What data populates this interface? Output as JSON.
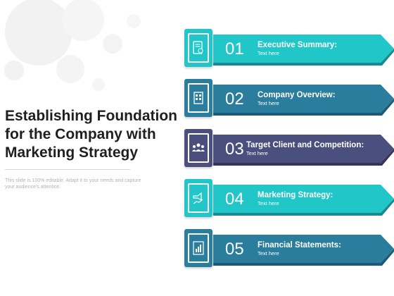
{
  "slide": {
    "title": "Establishing Foundation for the Company with Marketing Strategy",
    "note": "This slide is 100% editable. Adapt it to your needs and capture your audience's attention."
  },
  "colors": {
    "teal": "#21c6c9",
    "teal_dark": "#178b8f",
    "steel": "#2a7d9c",
    "steel_dark": "#1c5a73",
    "indigo": "#4b4f7e",
    "indigo_dark": "#33365a"
  },
  "items": [
    {
      "number": "01",
      "heading": "Executive Summary:",
      "sub": "Text here",
      "icon": "document-badge-icon",
      "color": "#21c6c9",
      "shade": "#178b8f"
    },
    {
      "number": "02",
      "heading": "Company Overview:",
      "sub": "Text here",
      "icon": "building-icon",
      "color": "#2a7d9c",
      "shade": "#1c5a73"
    },
    {
      "number": "03",
      "heading": "Target Client and Competition:",
      "sub": "Text here",
      "icon": "team-icon",
      "color": "#4b4f7e",
      "shade": "#33365a"
    },
    {
      "number": "04",
      "heading": "Marketing Strategy:",
      "sub": "Text here",
      "icon": "megaphone-chart-icon",
      "color": "#21c6c9",
      "shade": "#178b8f"
    },
    {
      "number": "05",
      "heading": "Financial Statements:",
      "sub": "Text here",
      "icon": "report-chart-icon",
      "color": "#2a7d9c",
      "shade": "#1c5a73"
    }
  ]
}
